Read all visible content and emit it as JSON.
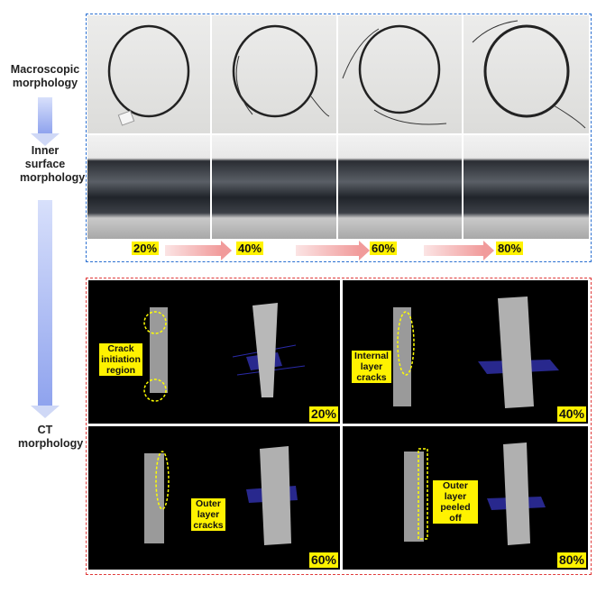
{
  "side_labels": {
    "macro": "Macroscopic morphology",
    "inner": "Inner surface morphology",
    "ct": "CT morphology"
  },
  "strain_levels": [
    "20%",
    "40%",
    "60%",
    "80%"
  ],
  "ct_panels": [
    {
      "percent": "20%",
      "annotation": "Crack initiation region"
    },
    {
      "percent": "40%",
      "annotation": "Internal layer cracks"
    },
    {
      "percent": "60%",
      "annotation": "Outer layer cracks"
    },
    {
      "percent": "80%",
      "annotation": "Outer layer peeled off"
    }
  ],
  "colors": {
    "top_border": "#2a6fd1",
    "bottom_border": "#e03a3a",
    "highlight": "#fff200"
  }
}
